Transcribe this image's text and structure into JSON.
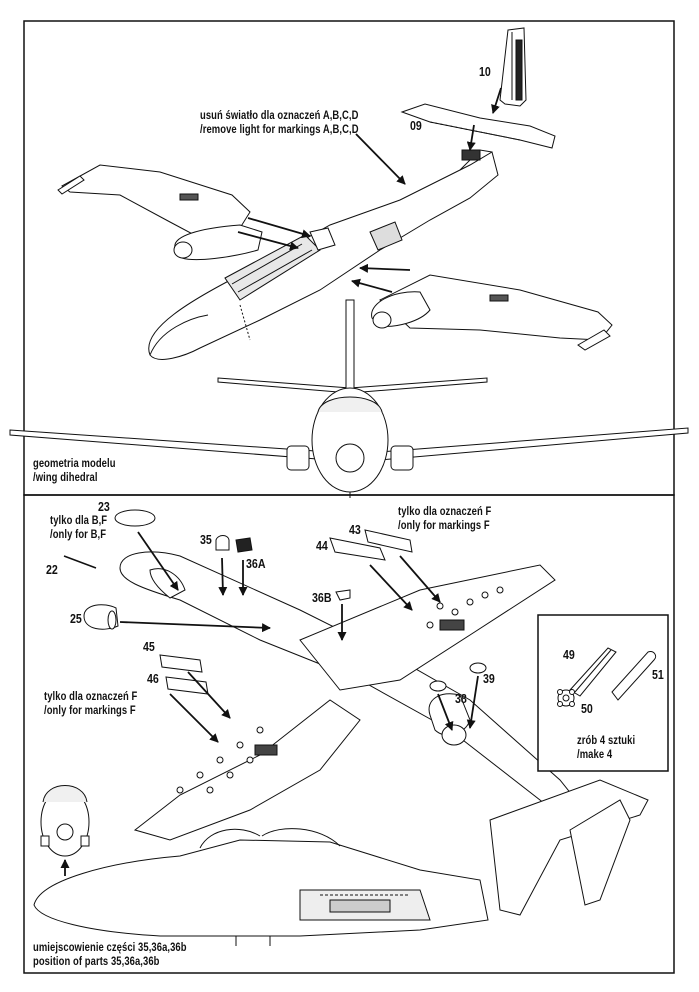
{
  "panel_top": {
    "note_remove_light": {
      "line1": "usuń światło dla oznaczeń A,B,C,D",
      "line2": "/remove light for markings A,B,C,D"
    },
    "part_tail_fin": "10",
    "part_tailplane": "09",
    "geometry_note": {
      "line1": "geometria modelu",
      "line2": "/wing dihedral"
    }
  },
  "panel_bottom": {
    "part_23": "23",
    "note_only_bf": {
      "line1": "tylko dla B,F",
      "line2": "/only for B,F"
    },
    "part_22": "22",
    "part_25": "25",
    "part_35": "35",
    "part_36a": "36A",
    "part_36b": "36B",
    "note_only_f_top": {
      "line1": "tylko dla oznaczeń F",
      "line2": "/only for markings F"
    },
    "part_43": "43",
    "part_44": "44",
    "part_45": "45",
    "part_46": "46",
    "note_only_f_left": {
      "line1": "tylko dla oznaczeń F",
      "line2": "/only for markings F"
    },
    "part_38": "38",
    "part_39": "39",
    "inset": {
      "part_49": "49",
      "part_50": "50",
      "part_51": "51",
      "note_make_4": {
        "line1": "zrób 4 sztuki",
        "line2": "/make 4"
      }
    },
    "position_note": {
      "line1": "umiejscowienie części 35,36a,36b",
      "line2": "position of parts 35,36a,36b"
    }
  }
}
